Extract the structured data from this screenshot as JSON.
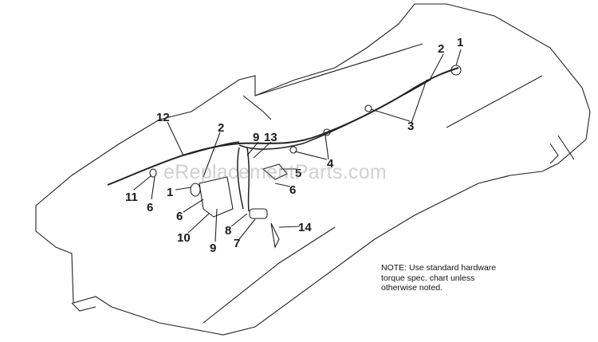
{
  "diagram": {
    "callouts": [
      "1",
      "2",
      "3",
      "4",
      "5",
      "6",
      "9",
      "13",
      "12",
      "2",
      "11",
      "6",
      "1",
      "6",
      "10",
      "9",
      "8",
      "7",
      "14"
    ],
    "note": "NOTE: Use standard hardware\ntorque spec. chart unless\notherwise noted.",
    "watermark": "eReplacementParts.com"
  }
}
